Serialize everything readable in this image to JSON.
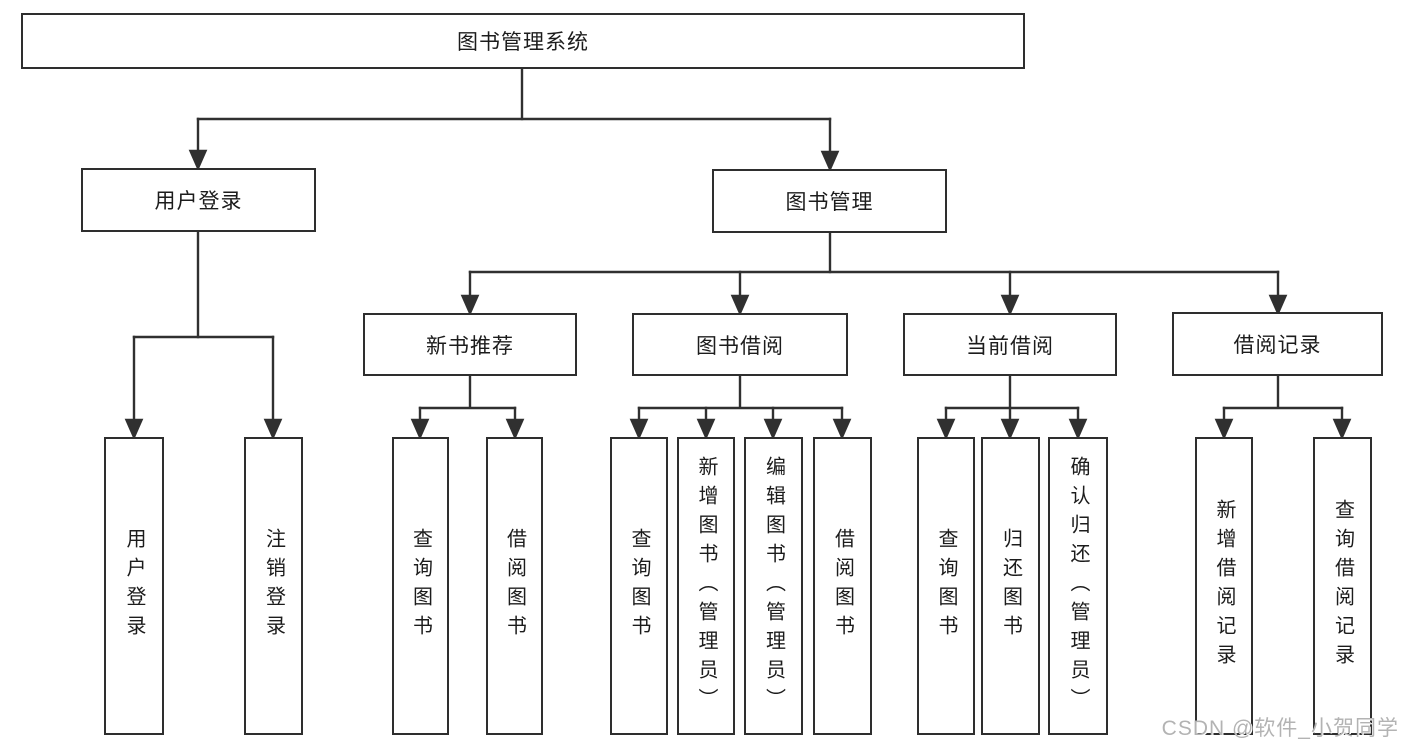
{
  "diagram": {
    "root": {
      "label": "图书管理系统"
    },
    "branches": [
      {
        "label": "用户登录",
        "children": [
          {
            "label": "用户登录"
          },
          {
            "label": "注销登录"
          }
        ]
      },
      {
        "label": "图书管理",
        "children": [
          {
            "label": "新书推荐",
            "children": [
              {
                "label": "查询图书"
              },
              {
                "label": "借阅图书"
              }
            ]
          },
          {
            "label": "图书借阅",
            "children": [
              {
                "label": "查询图书"
              },
              {
                "label": "新增图书（管理员）"
              },
              {
                "label": "编辑图书（管理员）"
              },
              {
                "label": "借阅图书"
              }
            ]
          },
          {
            "label": "当前借阅",
            "children": [
              {
                "label": "查询图书"
              },
              {
                "label": "归还图书"
              },
              {
                "label": "确认归还（管理员）"
              }
            ]
          },
          {
            "label": "借阅记录",
            "children": [
              {
                "label": "新增借阅记录"
              },
              {
                "label": "查询借阅记录"
              }
            ]
          }
        ]
      }
    ]
  },
  "watermark": {
    "text": "CSDN @软件_小贺同学"
  },
  "colors": {
    "line": "#303030",
    "box_border": "#2e2e2e",
    "text": "#1c1c1c",
    "watermark": "#b3b3b3",
    "background": "#ffffff"
  }
}
